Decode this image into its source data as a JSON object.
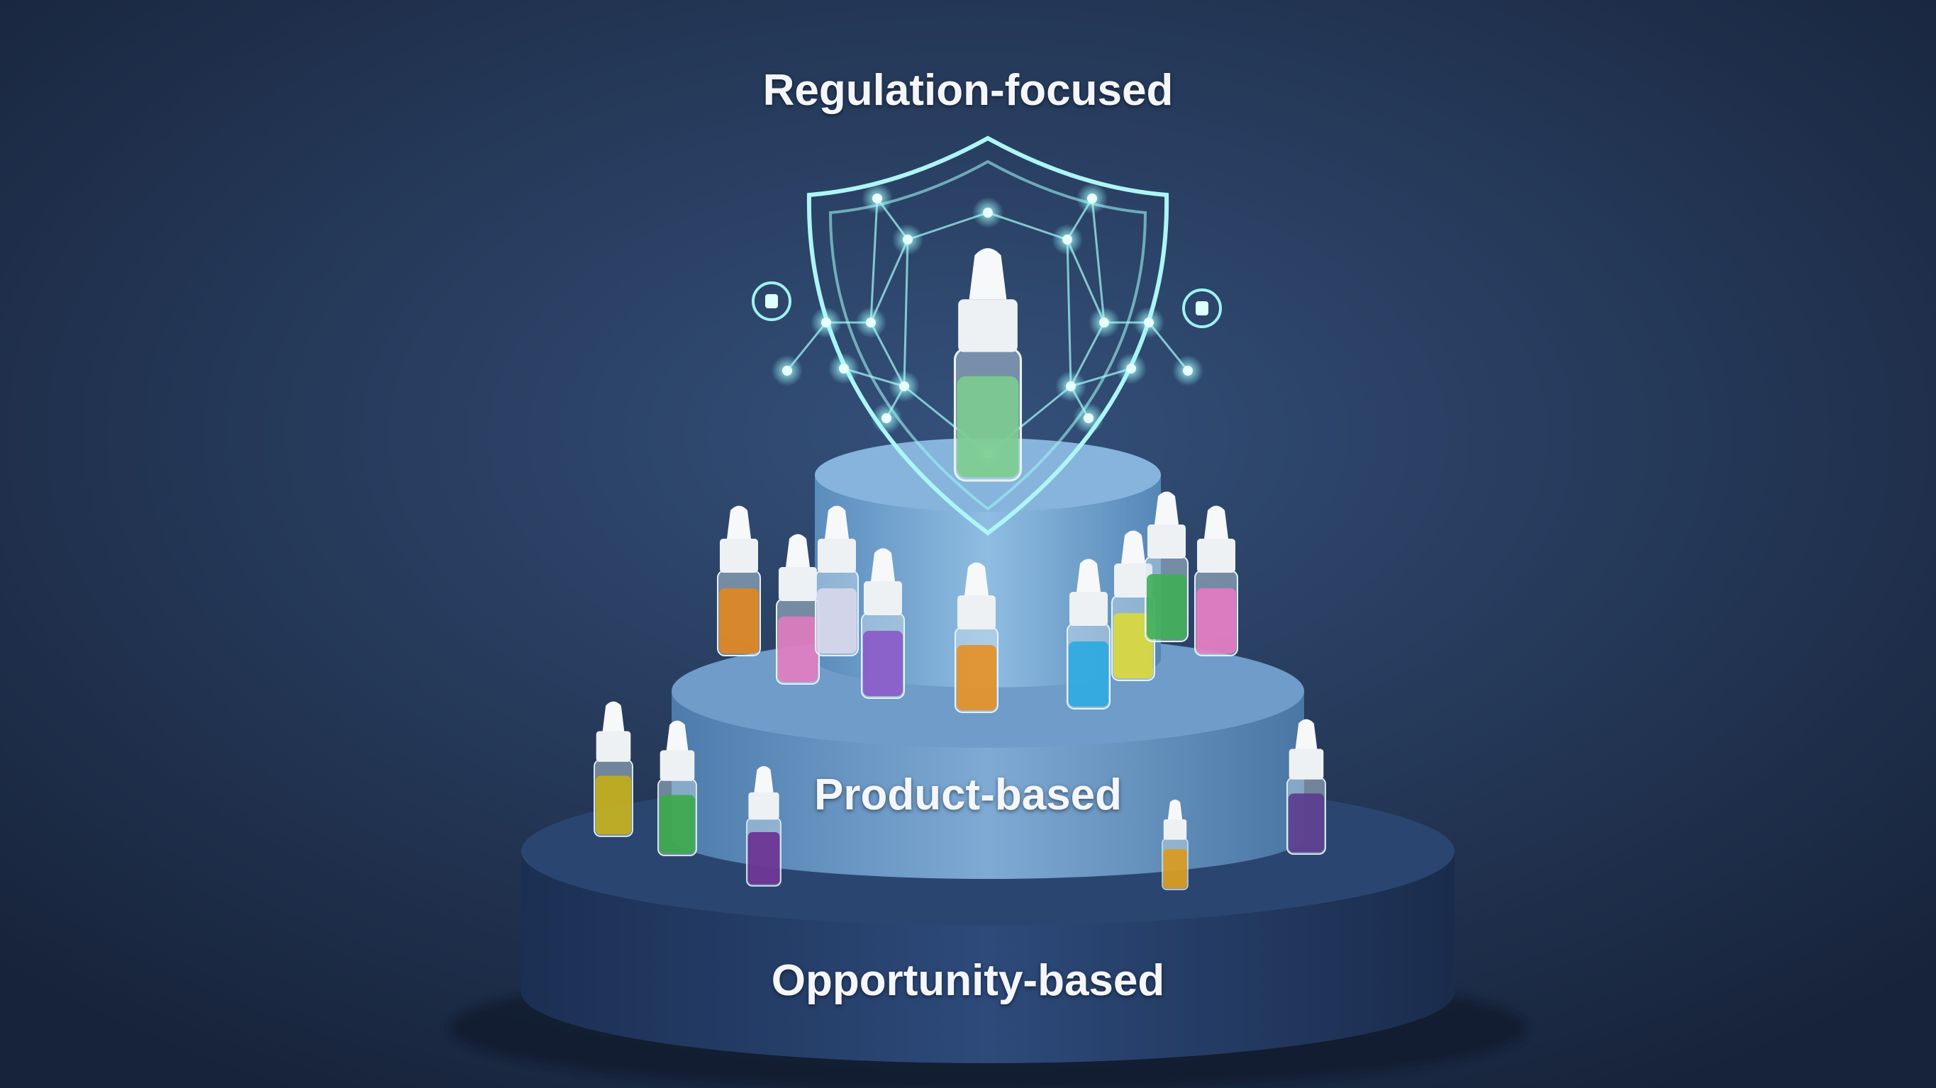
{
  "tiers": {
    "top": {
      "label": "Regulation-focused"
    },
    "middle": {
      "label": "Product-based"
    },
    "bottom": {
      "label": "Opportunity-based"
    }
  },
  "colors": {
    "background": "#1c2b45",
    "shield_glow": "#8ff0f0",
    "tier_top": "#7eaed6",
    "tier_middle": "#6f9cc6",
    "tier_bottom": "#2c4a78"
  }
}
